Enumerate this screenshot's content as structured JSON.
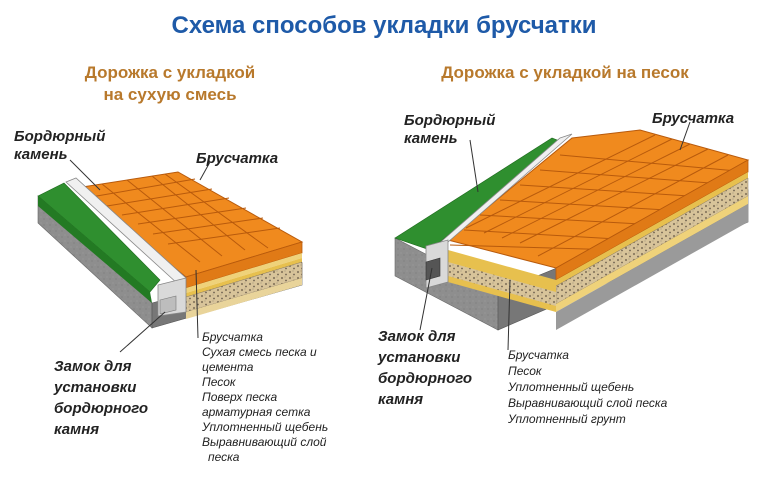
{
  "title": "Схема способов укладки брусчатки",
  "left": {
    "heading_line1": "Дорожка с укладкой",
    "heading_line2": "на сухую смесь",
    "label_curb_line1": "Бордюрный",
    "label_curb_line2": "камень",
    "label_pavers": "Брусчатка",
    "label_lock_line1": "Замок для",
    "label_lock_line2": "установки",
    "label_lock_line3": "бордюрного",
    "label_lock_line4": "камня",
    "layers": [
      "Брусчатка",
      "Сухая смесь песка и",
      "цемента",
      "Песок",
      "Поверх песка",
      "арматурная сетка",
      "Уплотненный щебень",
      "Выравнивающий слой",
      "песка"
    ]
  },
  "right": {
    "heading": "Дорожка с укладкой на песок",
    "label_curb_line1": "Бордюрный",
    "label_curb_line2": "камень",
    "label_pavers": "Брусчатка",
    "label_lock_line1": "Замок для",
    "label_lock_line2": "установки",
    "label_lock_line3": "бордюрного",
    "label_lock_line4": "камня",
    "layers": [
      "Брусчатка",
      "Песок",
      "Уплотненный щебень",
      "Выравнивающий слой песка",
      "Уплотненный грунт"
    ]
  },
  "colors": {
    "title": "#1e5aa8",
    "heading": "#b8792c",
    "paver": "#f08a1e",
    "paver_grid": "#b85a0c",
    "grass": "#2f8f2f",
    "soil": "#8e8e8e",
    "sand": "#e7c04e",
    "gravel": "#d8c49a",
    "curb": "#e2e2e2"
  }
}
